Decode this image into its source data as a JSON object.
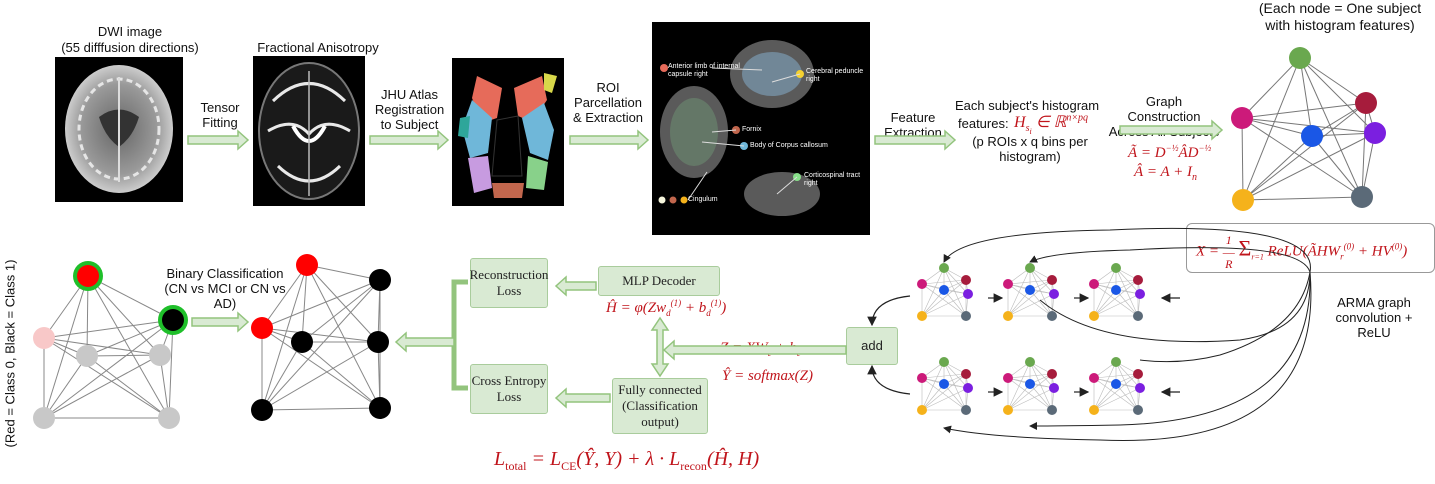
{
  "steps": {
    "dwi_title": "DWI image",
    "dwi_sub": "(55 difffusion directions)",
    "tensor_fitting": "Tensor Fitting",
    "fa_title": "Fractional Anisotropy",
    "jhu": "JHU Atlas Registration to Subject",
    "roi": "ROI Parcellation & Extraction",
    "feature_extraction": "Feature Extraction",
    "histogram_text_1": "Each subject's histogram",
    "histogram_text_2": "features:",
    "histogram_eq": "H_{s_i} ∈ ℝ^{n×pq}",
    "histogram_note": "(p ROIs x q bins per histogram)",
    "graph_construction": "Graph Construction Across All Subjects",
    "adj_norm_eq": "Ã = D^{-1/2} Â D^{-1/2}",
    "adj_self_eq": "Â = A + I_n",
    "node_note": "(Each node = One subject with histogram features)"
  },
  "atlas_labels": {
    "alic": "Anterior limb of internal capsule right",
    "cerebral_peduncle": "Cerebral peduncle right",
    "fornix": "Fornix",
    "body_cc": "Body of Corpus callosum",
    "cingulum": "Cingulum",
    "corticospinal": "Corticospinal tract right"
  },
  "bottom": {
    "arma_eq": "X = 1/R Σ_{r=1}^{R} ReLU(Ã H W_r^{(0)} + H V^{(0)})",
    "arma_label": "ARMA graph convolution + ReLU",
    "add": "add",
    "z_eq": "Z = X W_c + b_c",
    "y_eq": "Ŷ = softmax(Z)",
    "mlp_decoder": "MLP Decoder",
    "h_eq": "Ĥ = φ(Z w_d^{(1)} + b_d^{(1)})",
    "fc": "Fully connected (Classification output)",
    "recon_loss": "Reconstruction Loss",
    "ce_loss": "Cross Entropy Loss",
    "total_loss": "L_total = L_CE(Ŷ, Y) + λ · L_recon(Ĥ, H)",
    "binary_title": "Binary Classification",
    "binary_options": "(CN vs MCI or CN vs AD)",
    "class_legend": "(Red = Class 0, Black = Class 1)"
  },
  "colors": {
    "arrow": "#93c47d",
    "box": "#d9ead3",
    "eq": "#c0141b",
    "node_green": "#6aa84f",
    "node_maroon": "#a61c3c",
    "node_magenta": "#cc1a7a",
    "node_blue": "#1a57e6",
    "node_violet": "#7b1fe0",
    "node_orange": "#f5b21b",
    "node_slate": "#5b6a78",
    "class0": "#ff0000",
    "class1": "#000000"
  }
}
